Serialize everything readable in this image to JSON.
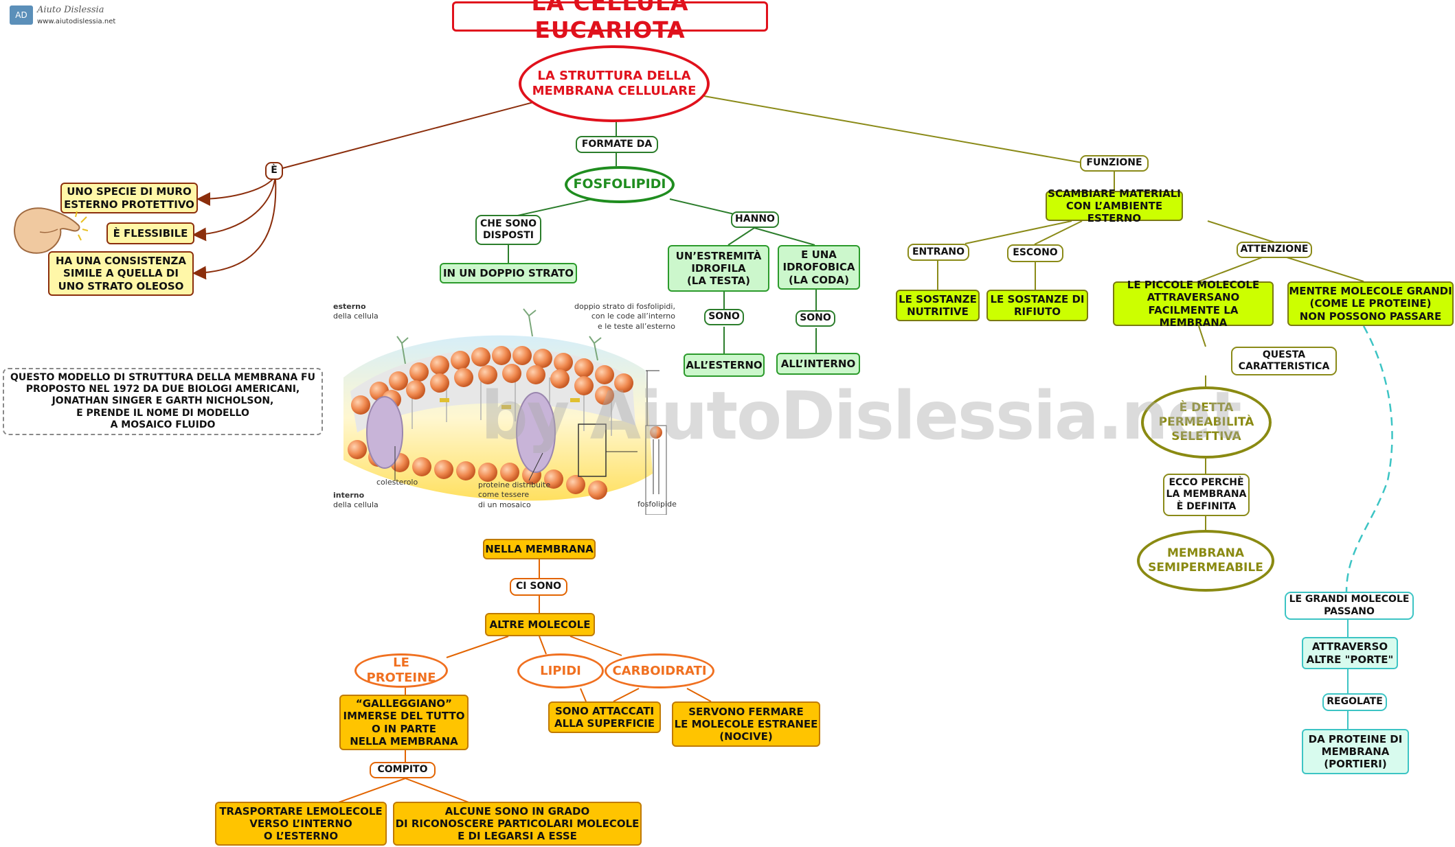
{
  "logo": {
    "name": "Aiuto Dislessia",
    "url": "www.aiutodislessia.net"
  },
  "title": "LA CELLULA EUCARIOTA",
  "root": "LA STRUTTURA DELLA\nMEMBRANA CELLULARE",
  "left": {
    "link_e": "È",
    "item1": "UNO SPECIE DI MURO\nESTERNO PROTETTIVO",
    "item2": "È FLESSIBILE",
    "item3": "HA  UNA  CONSISTENZA\nSIMILE  A QUELLA DI\nUNO STRATO OLEOSO"
  },
  "center": {
    "formate_da": "FORMATE DA",
    "fosfolipidi": "FOSFOLIPIDI",
    "che_sono_disposti": "CHE SONO\nDISPOSTI",
    "doppio_strato": "IN UN DOPPIO STRATO",
    "hanno": "HANNO",
    "idrofila": "UN’ESTREMITÀ\nIDROFILA\n(LA TESTA)",
    "idrofobica": "E UNA\nIDROFOBICA\n(LA CODA)",
    "sono1": "SONO",
    "sono2": "SONO",
    "esterno": "ALL’ESTERNO",
    "interno": "ALL’INTERNO"
  },
  "note": "QUESTO MODELLO DI STRUTTURA DELLA MEMBRANA FU\nPROPOSTO NEL 1972 DA DUE BIOLOGI AMERICANI,\nJONATHAN  SINGER E GARTH  NICHOLSON,\nE PRENDE IL NOME DI MODELLO\nA MOSAICO FLUIDO",
  "figure": {
    "esterno_title": "esterno",
    "esterno_sub": "della cellula",
    "interno_title": "interno",
    "interno_sub": "della cellula",
    "doppio": "doppio strato di fosfolipidi,\ncon le code all’interno\ne le teste all’esterno",
    "colesterolo": "colesterolo",
    "proteine": "proteine distribuite\ncome tessere\ndi un mosaico",
    "fosfolipide": "fosfolipide"
  },
  "watermark": "by AiutoDislessia.net",
  "right": {
    "funzione": "FUNZIONE",
    "scambiare": "SCAMBIARE MATERIALI\nCON L’AMBIENTE ESTERNO",
    "entrano": "ENTRANO",
    "escono": "ESCONO",
    "attenzione": "ATTENZIONE",
    "sostanze_nutritive": "LE SOSTANZE\nNUTRITIVE",
    "sostanze_rifiuto": "LE SOSTANZE DI\nRIFIUTO",
    "piccole": "LE PICCOLE MOLECOLE\nATTRAVERSANO\nFACILMENTE LA MEMBRANA",
    "grandi": "MENTRE MOLECOLE GRANDI\n(COME LE PROTEINE)\nNON POSSONO PASSARE",
    "questa": "QUESTA\nCARATTERISTICA",
    "permeabilita": "È DETTA\nPERMEABILITÀ\nSELETTIVA",
    "ecco": "ECCO PERCHÈ\nLA MEMBRANA\nÈ DEFINITA",
    "semipermeabile": "MEMBRANA\nSEMIPERMEABILE",
    "grandi_passano": "LE GRANDI MOLECOLE\nPASSANO",
    "attraverso": "ATTRAVERSO\nALTRE \"PORTE\"",
    "regolate": "REGOLATE",
    "portieri": "DA  PROTEINE DI\nMEMBRANA\n(PORTIERI)"
  },
  "bottom": {
    "nella_membrana": "NELLA MEMBRANA",
    "ci_sono": "CI SONO",
    "altre_molecole": "ALTRE MOLECOLE",
    "proteine": "LE PROTEINE",
    "lipidi": "LIPIDI",
    "carboidrati": "CARBOIDRATI",
    "galleggiano": "“GALLEGGIANO”\nIMMERSE DEL TUTTO\nO IN PARTE\nNELLA MEMBRANA",
    "attaccati": "SONO ATTACCATI\nALLA SUPERFICIE",
    "servono": "SERVONO FERMARE\nLE MOLECOLE ESTRANEE\n(NOCIVE)",
    "compito": "COMPITO",
    "trasportare": "TRASPORTARE LEMOLECOLE\nVERSO L’INTERNO\nO L’ESTERNO",
    "riconoscere": "ALCUNE SONO IN GRADO\nDI RICONOSCERE PARTICOLARI MOLECOLE\nE DI LEGARSI A ESSE"
  }
}
